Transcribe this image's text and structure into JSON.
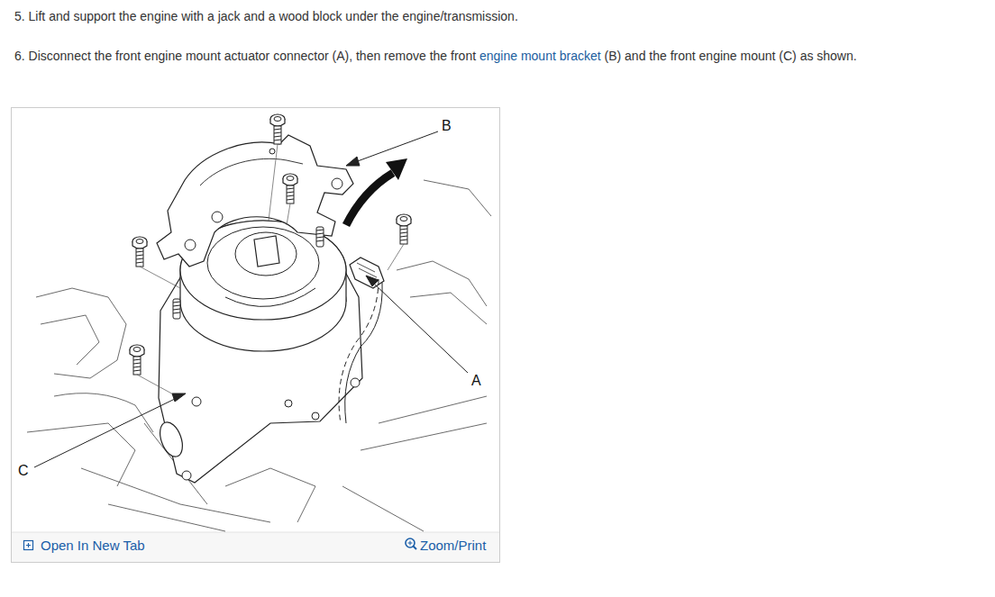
{
  "diagram": {
    "labels": [
      "5. Lift and support the engine with a jack and a wood block under the engine/transmission.",
      "6. Disconnect the front engine mount actuator connector (A), then remove the front",
      "engine mount bracket",
      "(B) and the front engine mount (C) as shown.",
      "B",
      "A",
      "C",
      "Open In New Tab",
      "Zoom/Print"
    ]
  }
}
